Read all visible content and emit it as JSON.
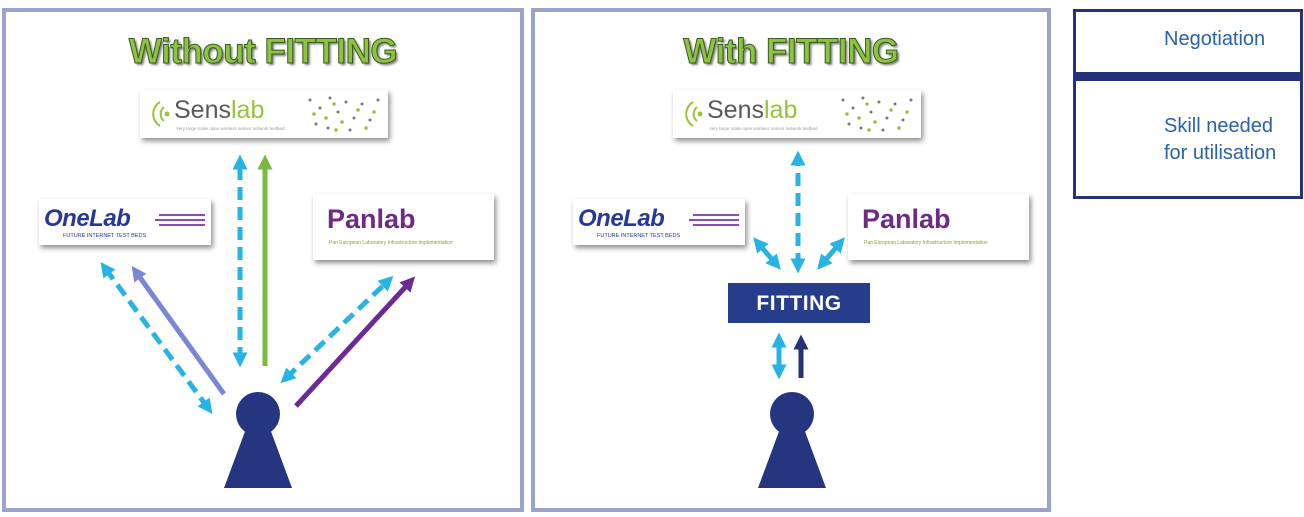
{
  "left_panel": {
    "title": "Without FITTING"
  },
  "right_panel": {
    "title": "With FITTING",
    "hub_label": "FITTING"
  },
  "logos": {
    "senslab": {
      "name_part1": "Sens",
      "name_part2": "lab",
      "tagline": "Very large scale open wireless sensor network testbed"
    },
    "onelab": {
      "name": "OneLab",
      "tagline": "FUTURE INTERNET TEST BEDS"
    },
    "panlab": {
      "name": "Panlab",
      "tagline": "Pan European Laboratory Infrastructure Implementation"
    }
  },
  "legend": {
    "negotiation": "Negotiation",
    "skill_line1": "Skill needed",
    "skill_line2": "for utilisation"
  },
  "colors": {
    "negotiation": "#27b4e4",
    "skill_lavender": "#7b86d6",
    "skill_purple": "#6b2a96",
    "skill_green": "#7ab843",
    "skill_navy": "#23327a",
    "person": "#26357f",
    "panel_border": "#9aa3cf"
  },
  "icons": [
    "person-icon",
    "negotiation-arrow-icon",
    "skill-arrow-icon"
  ]
}
